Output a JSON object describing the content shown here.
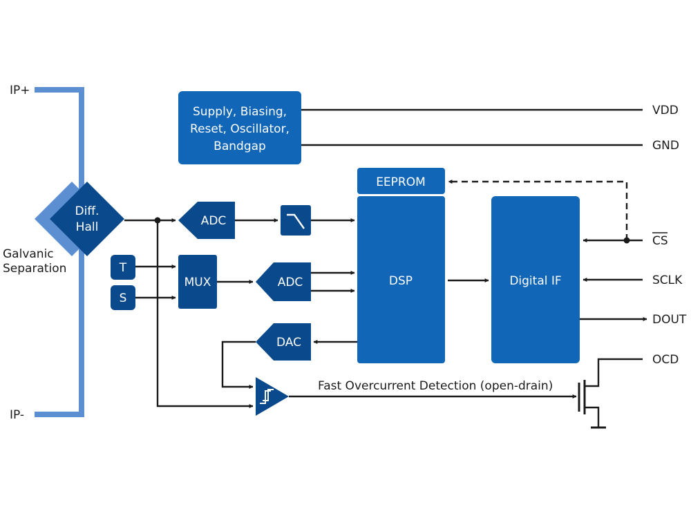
{
  "colors": {
    "block_dark": "#0a4a8c",
    "block_medium": "#1166b8",
    "conductor": "#5b8fd1",
    "wire": "#1a1a1a"
  },
  "conductor": {
    "ip_plus": "IP+",
    "ip_minus": "IP-",
    "galvanic_line1": "Galvanic",
    "galvanic_line2": "Separation"
  },
  "blocks": {
    "diff_hall_line1": "Diff.",
    "diff_hall_line2": "Hall",
    "supply_line1": "Supply, Biasing,",
    "supply_line2": "Reset, Oscillator,",
    "supply_line3": "Bandgap",
    "adc_top": "ADC",
    "adc_mid": "ADC",
    "dac": "DAC",
    "mux": "MUX",
    "t_input": "T",
    "s_input": "S",
    "eeprom": "EEPROM",
    "dsp": "DSP",
    "digital_if": "Digital IF"
  },
  "pins": {
    "vdd": "VDD",
    "gnd": "GND",
    "cs": "CS",
    "sclk": "SCLK",
    "dout": "DOUT",
    "ocd": "OCD"
  },
  "annotations": {
    "fast_ocd": "Fast Overcurrent Detection (open-drain)"
  }
}
